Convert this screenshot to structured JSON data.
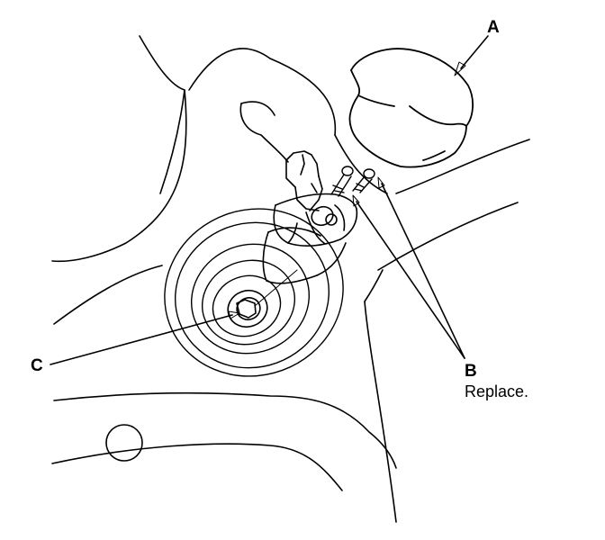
{
  "callouts": {
    "a": {
      "letter": "A"
    },
    "b": {
      "letter": "B",
      "note": "Replace."
    },
    "c": {
      "letter": "C"
    }
  },
  "colors": {
    "ink": "#000000",
    "paper": "#ffffff"
  }
}
